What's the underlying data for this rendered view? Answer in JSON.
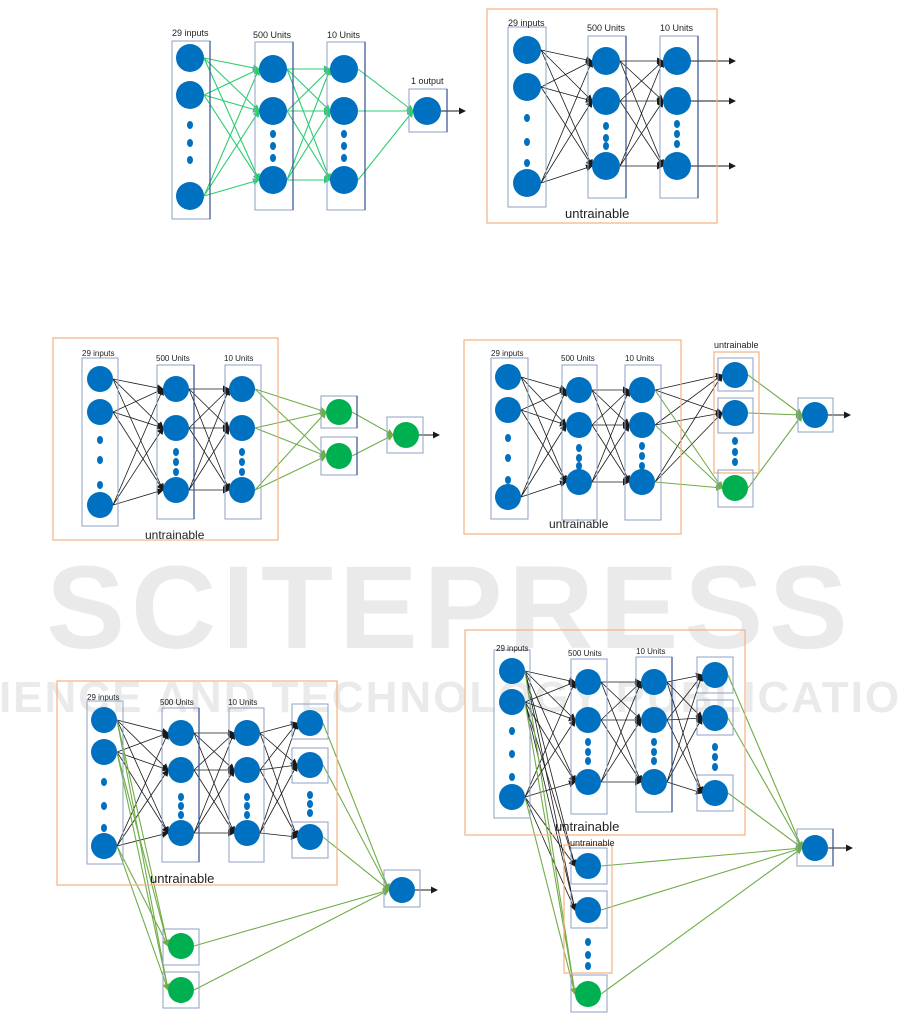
{
  "watermark": {
    "title": "SCITEPRESS",
    "subtitle": "SCIENCE AND TECHNOLOGY PUBLICATIONS"
  },
  "colors": {
    "node_blue": "#0070c0",
    "node_green": "#00b050",
    "layer_box": "#8ea2c4",
    "layer_box_dark": "#2f4f8f",
    "untrainable_frame": "#f4b183",
    "edge_black": "#1a1a1a",
    "edge_green_bright": "#2ecc71",
    "edge_green": "#70ad47"
  },
  "labels": {
    "inputs": "29 inputs",
    "hidden1": "500 Units",
    "hidden2": "10 Units",
    "output": "1 output",
    "untrainable": "untrainable"
  },
  "diagrams": [
    {
      "id": "base-model",
      "description": "Baseline MLP: 29 inputs → 500 units → 10 units → 1 output (all trainable)"
    },
    {
      "id": "frozen-feature-extractor",
      "description": "Frozen (untrainable) 29 → 500 → 10 network exposing 10 outputs"
    },
    {
      "id": "frozen-plus-new-head",
      "description": "Frozen network + 2 new trainable units + trainable output"
    },
    {
      "id": "frozen-plus-extra-unit",
      "description": "Frozen network + untrainable layer with one added trainable unit + output"
    },
    {
      "id": "frozen-plus-input-skip",
      "description": "Frozen network + 2 trainable units fed directly from inputs, all to output"
    },
    {
      "id": "frozen-plus-untrainable-skip",
      "description": "Frozen network + untrainable input-fed layer with one trainable unit, all to output"
    }
  ]
}
